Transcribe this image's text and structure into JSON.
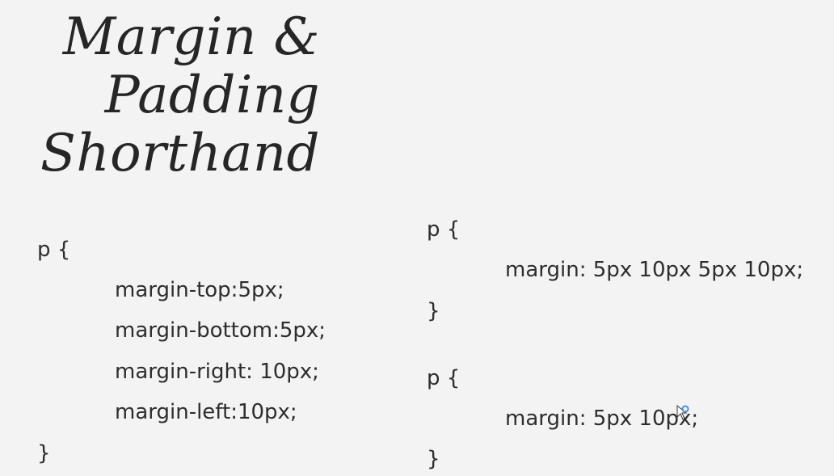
{
  "title": {
    "line1": "Margin &",
    "line2": "Padding",
    "line3": "Shorthand"
  },
  "left_block": {
    "open": "p {",
    "lines": [
      "margin-top:5px;",
      "margin-bottom:5px;",
      "margin-right: 10px;",
      "margin-left:10px;"
    ],
    "close": "}"
  },
  "right_block_1": {
    "open": "p {",
    "line": "margin: 5px 10px 5px 10px;",
    "close": "}"
  },
  "right_block_2": {
    "open": "p {",
    "line": "margin: 5px 10px;",
    "close": "}"
  },
  "icons": {
    "cursor": "mouse-pointer-icon"
  },
  "colors": {
    "background": "#f3f3f3",
    "text": "#2d2d2d",
    "cursor_accent": "#4a90d9"
  }
}
